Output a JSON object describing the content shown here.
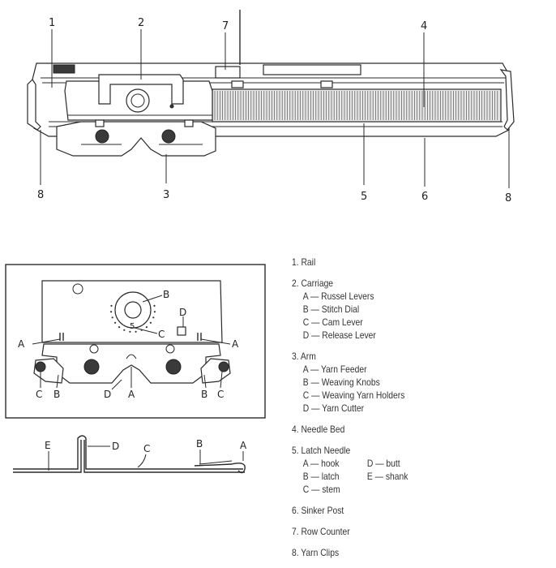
{
  "callouts": {
    "top": [
      "1",
      "2",
      "7",
      "4"
    ],
    "bottom": [
      "8",
      "3",
      "5",
      "6",
      "8"
    ]
  },
  "detail_labels": {
    "carriage": [
      "B",
      "D",
      "C",
      "A",
      "A",
      "C",
      "B",
      "D",
      "A",
      "B",
      "C",
      "5"
    ],
    "needle": [
      "E",
      "D",
      "C",
      "B",
      "A"
    ]
  },
  "legend": [
    {
      "title": "1.  Rail"
    },
    {
      "title": "2.  Carriage",
      "items": [
        "A  —  Russel Levers",
        "B  —  Stitch Dial",
        "C  —  Cam Lever",
        "D  —  Release Lever"
      ]
    },
    {
      "title": "3.  Arm",
      "items": [
        "A  —  Yarn Feeder",
        "B  —  Weaving Knobs",
        "C  —  Weaving Yarn Holders",
        "D  —  Yarn Cutter"
      ]
    },
    {
      "title": "4.  Needle Bed"
    },
    {
      "title": "5.  Latch Needle",
      "col1": [
        "A  —  hook",
        "B  —  latch",
        "C  —  stem"
      ],
      "col2": [
        "D  —  butt",
        "E  —  shank"
      ]
    },
    {
      "title": "6.  Sinker Post"
    },
    {
      "title": "7.  Row Counter"
    },
    {
      "title": "8.  Yarn Clips"
    }
  ]
}
